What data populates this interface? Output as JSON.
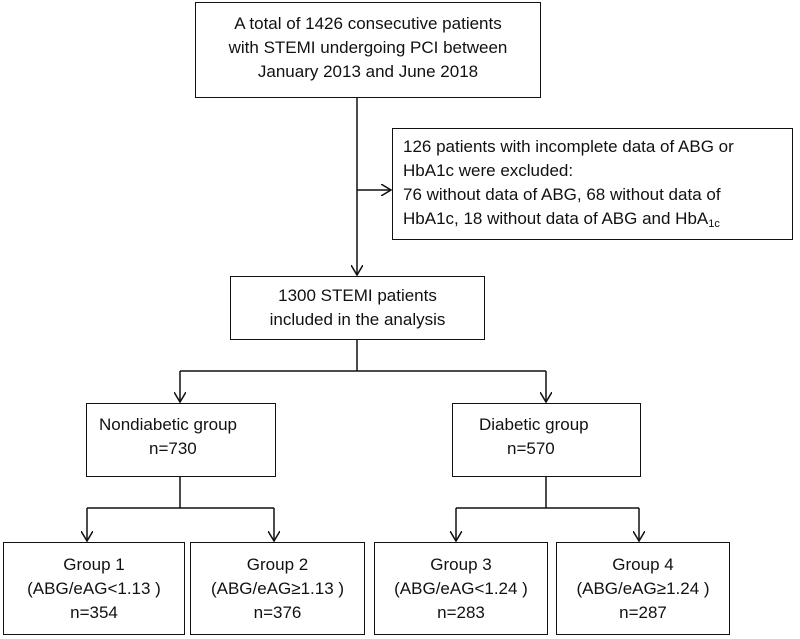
{
  "flowchart": {
    "total": {
      "line1": "A total of 1426 consecutive patients",
      "line2": "with STEMI undergoing PCI between",
      "line3": "January 2013 and June 2018"
    },
    "excluded": {
      "line1": "126 patients with incomplete data of ABG or",
      "line2": "HbA1c were excluded:",
      "line3": "76 without data of ABG, 68 without data of",
      "line4_text": "HbA1c, 18 without data of ABG and HbA",
      "line4_sub": "1c"
    },
    "included": {
      "line1": "1300 STEMI patients",
      "line2": "included in the analysis"
    },
    "nondiabetic": {
      "label": "Nondiabetic group",
      "count": "n=730"
    },
    "diabetic": {
      "label": "Diabetic group",
      "count": "n=570"
    },
    "groups": [
      {
        "name": "Group 1",
        "criterion": "(ABG/eAG<1.13 )",
        "count": "n=354"
      },
      {
        "name": "Group 2",
        "criterion": "(ABG/eAG≥1.13 )",
        "count": "n=376"
      },
      {
        "name": "Group 3",
        "criterion": "(ABG/eAG<1.24 )",
        "count": "n=283"
      },
      {
        "name": "Group 4",
        "criterion": "(ABG/eAG≥1.24 )",
        "count": "n=287"
      }
    ]
  }
}
